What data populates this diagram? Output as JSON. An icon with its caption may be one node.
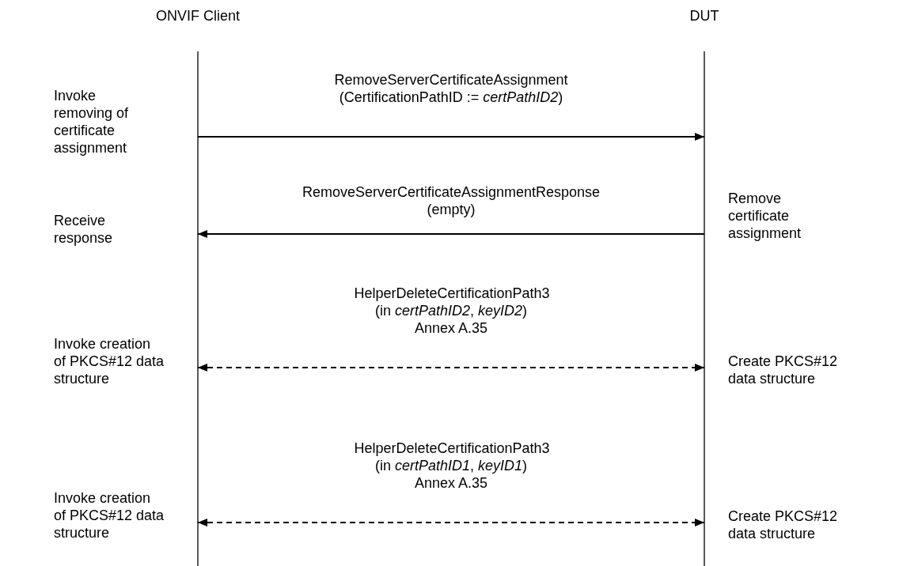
{
  "diagram": {
    "nodes": [
      {
        "text": [
          "ONVIF Client"
        ]
      },
      {
        "text": [
          "DUT"
        ]
      }
    ],
    "edges": [
      {
        "from": 0,
        "to": 1,
        "arrow": "to",
        "label": "RemoveServerCertificateAssignment (CertificationPathID := *certPathID2*)"
      },
      {
        "from": 1,
        "to": 0,
        "arrow": "to",
        "label": "RemoveServerCertificateAssignmentResponse (empty)"
      },
      {
        "from": 0,
        "to": 1,
        "arrow": "both",
        "style": "dashed",
        "label": "HelperDeleteCertificationPath3 (in *certPathID2*, *keyID2*) Annex A.35"
      },
      {
        "from": 0,
        "to": 1,
        "arrow": "both",
        "style": "dashed",
        "label": "HelperDeleteCertificationPath3 (in *certPathID1*, *keyID1*) Annex A.35"
      }
    ],
    "labels": [
      "Invoke removing of certificate assignment",
      "Remove certificate assignment",
      "Receive response",
      "Invoke creation of PKCS#12 data structure",
      "Create PKCS#12 data structure",
      "Invoke creation of PKCS#12 data structure",
      "Create PKCS#12 data structure"
    ]
  }
}
